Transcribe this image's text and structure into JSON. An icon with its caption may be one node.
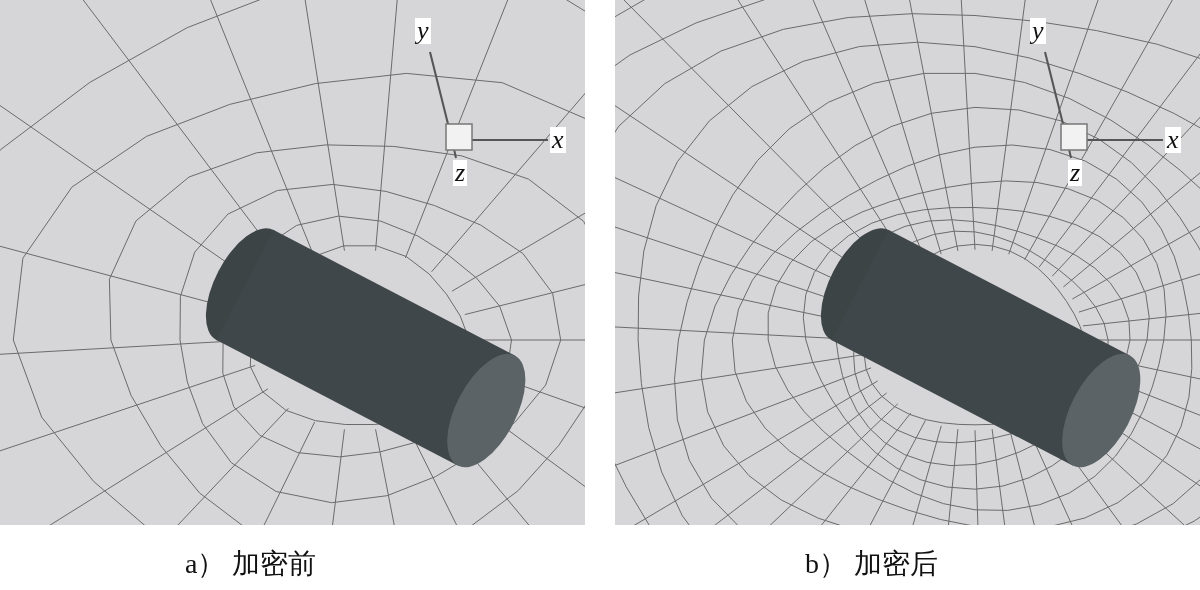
{
  "diagram": {
    "labels": [
      "y",
      "x",
      "z",
      "y",
      "x",
      "z",
      "a） 加密前",
      "b） 加密后"
    ]
  }
}
